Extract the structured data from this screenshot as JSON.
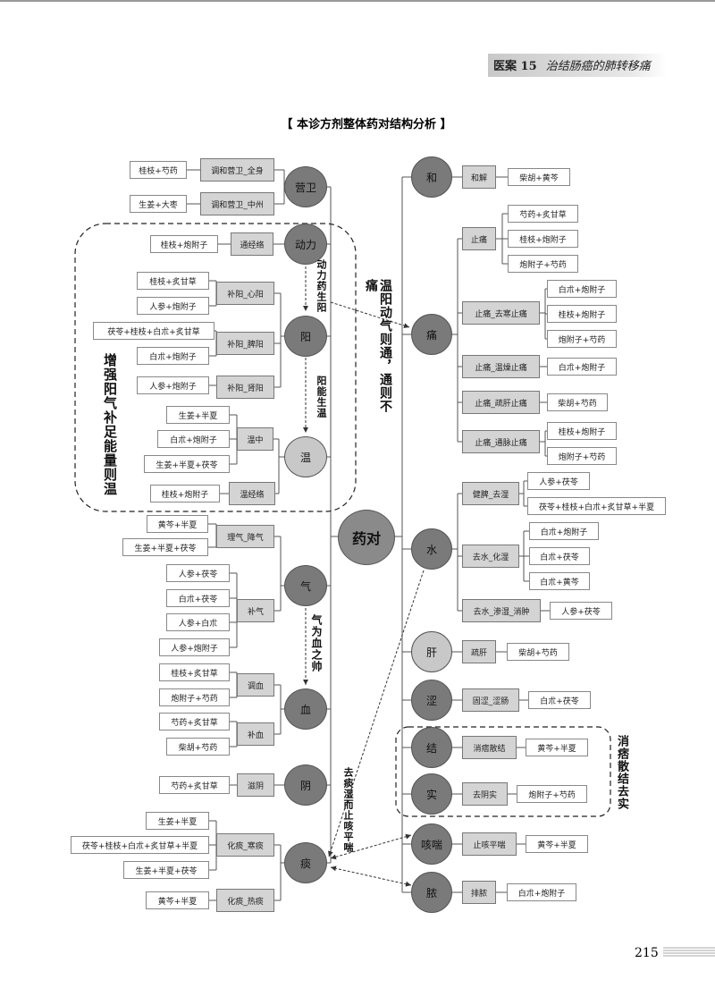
{
  "header": {
    "case": "医案 15",
    "title": "治结肠癌的肺转移痛"
  },
  "diagram_title": "【 本诊方剂整体药对结构分析 】",
  "page_number": "215",
  "center": "药对",
  "nodes": {
    "yingwei": "营卫",
    "dongli": "动力",
    "yang": "阳",
    "wen": "温",
    "qi": "气",
    "xue": "血",
    "yin": "阴",
    "tan": "痰",
    "he": "和",
    "tong": "痛",
    "shui": "水",
    "gan": "肝",
    "se": "涩",
    "jie": "结",
    "shi": "实",
    "kechuan": "咳喘",
    "nong": "脓"
  },
  "functions": {
    "f1": "调和营卫_全身",
    "f2": "调和营卫_中州",
    "f3": "通经络",
    "f4": "补阳_心阳",
    "f5": "补阳_脾阳",
    "f6": "补阳_肾阳",
    "f7": "温中",
    "f8": "温经络",
    "f9": "理气_降气",
    "f10": "补气",
    "f11": "调血",
    "f12": "补血",
    "f13": "滋阴",
    "f14": "化痰_寒痰",
    "f15": "化痰_热痰",
    "r1": "和解",
    "r2": "止痛",
    "r3": "止痛_去寒止痛",
    "r4": "止痛_温燥止痛",
    "r5": "止痛_疏肝止痛",
    "r6": "止痛_通脉止痛",
    "r7": "健脾_去湿",
    "r8": "去水_化湿",
    "r9": "去水_渗湿_消肿",
    "r10": "疏肝",
    "r11": "固涩_涩肠",
    "r12": "消痞散结",
    "r13": "去阴实",
    "r14": "止咳平喘",
    "r15": "排脓"
  },
  "herbs": {
    "h1": "桂枝+芍药",
    "h2": "生姜+大枣",
    "h3": "桂枝+炮附子",
    "h4": "桂枝+炙甘草",
    "h5": "人参+炮附子",
    "h6": "茯苓+桂枝+白朮+炙甘草",
    "h7": "白朮+炮附子",
    "h8": "人参+炮附子",
    "h9": "生姜+半夏",
    "h10": "白朮+炮附子",
    "h11": "生姜+半夏+茯苓",
    "h12": "桂枝+炮附子",
    "h13": "黄芩+半夏",
    "h14": "生姜+半夏+茯苓",
    "h15": "人参+茯苓",
    "h16": "白朮+茯苓",
    "h17": "人参+白朮",
    "h18": "人参+炮附子",
    "h19": "桂枝+炙甘草",
    "h20": "炮附子+芍药",
    "h21": "芍药+炙甘草",
    "h22": "柴胡+芍药",
    "h23": "芍药+炙甘草",
    "h24": "生姜+半夏",
    "h25": "茯苓+桂枝+白朮+炙甘草+半夏",
    "h26": "生姜+半夏+茯苓",
    "h27": "黄芩+半夏",
    "k1": "柴胡+黄芩",
    "k2": "芍药+炙甘草",
    "k3": "桂枝+炮附子",
    "k4": "炮附子+芍药",
    "k5": "白朮+炮附子",
    "k6": "桂枝+炮附子",
    "k7": "炮附子+芍药",
    "k8": "白朮+炮附子",
    "k9": "柴胡+芍药",
    "k10": "桂枝+炮附子",
    "k11": "炮附子+芍药",
    "k12": "人参+茯苓",
    "k13": "茯苓+桂枝+白朮+炙甘草+半夏",
    "k14": "白朮+炮附子",
    "k15": "白朮+茯苓",
    "k16": "白朮+黄芩",
    "k17": "人参+茯苓",
    "k18": "柴胡+芍药",
    "k19": "白朮+茯苓",
    "k20": "黄芩+半夏",
    "k21": "炮附子+芍药",
    "k22": "黄芩+半夏",
    "k23": "白朮+炮附子"
  },
  "annotations": {
    "a1": "动力药生阳",
    "a2": "阳能生温",
    "a3": "温阳动气则通，通则不痛",
    "a4": "增强阳气补足能量则温",
    "a5": "气为血之帅",
    "a6": "去痰湿而止咳平喘",
    "a7": "消痞散结去实"
  }
}
